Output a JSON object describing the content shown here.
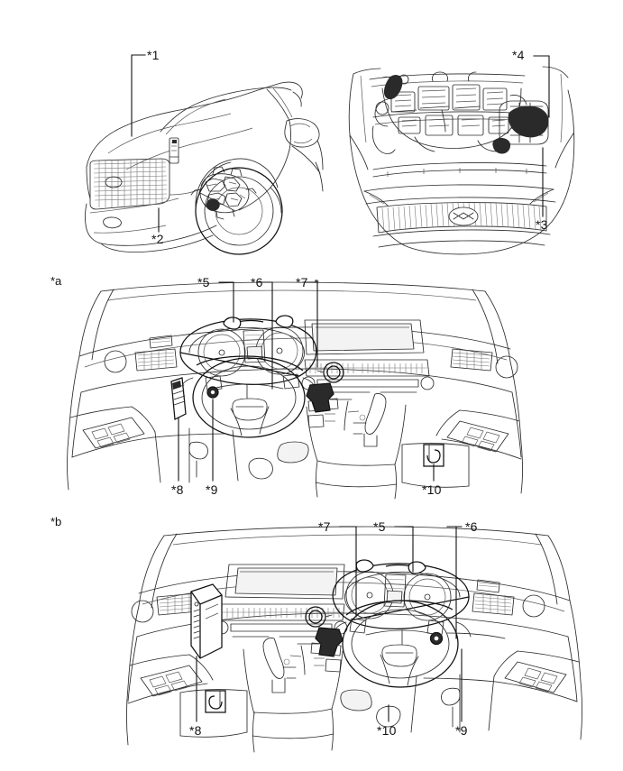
{
  "document": {
    "type": "component-location-diagram",
    "subject": "vehicle component locations",
    "background_color": "#ffffff",
    "line_color": "#111111"
  },
  "panels": [
    {
      "id": "front-exterior",
      "name": "front three-quarter exterior view",
      "callouts": [
        "*1",
        "*2"
      ]
    },
    {
      "id": "engine-compartment",
      "name": "engine compartment view",
      "callouts": [
        "*4",
        "*3"
      ]
    },
    {
      "id": "interior-lhd",
      "name": "instrument panel left hand drive",
      "tag": "*a",
      "callouts_top": [
        "*5",
        "*6",
        "*7"
      ],
      "callouts_bottom": [
        "*8",
        "*9",
        "*10"
      ]
    },
    {
      "id": "interior-rhd",
      "name": "instrument panel right hand drive",
      "tag": "*b",
      "callouts_top": [
        "*7",
        "*5",
        "*6"
      ],
      "callouts_bottom": [
        "*8",
        "*10",
        "*9"
      ]
    }
  ],
  "callouts": {
    "c1": "*1",
    "c2": "*2",
    "c3": "*3",
    "c4": "*4",
    "c5": "*5",
    "c6": "*6",
    "c7": "*7",
    "c8": "*8",
    "c9": "*9",
    "c10": "*10",
    "pa": "*a",
    "pb": "*b"
  },
  "panel_a": {
    "tag": "*a",
    "top": {
      "c5": "*5",
      "c6": "*6",
      "c7": "*7"
    },
    "bottom": {
      "c8": "*8",
      "c9": "*9",
      "c10": "*10"
    }
  },
  "panel_b": {
    "tag": "*b",
    "top": {
      "c7": "*7",
      "c5": "*5",
      "c6": "*6"
    },
    "bottom": {
      "c8": "*8",
      "c10": "*10",
      "c9": "*9"
    }
  },
  "panel_front": {
    "c1": "*1",
    "c2": "*2"
  },
  "panel_engine": {
    "c4": "*4",
    "c3": "*3"
  }
}
